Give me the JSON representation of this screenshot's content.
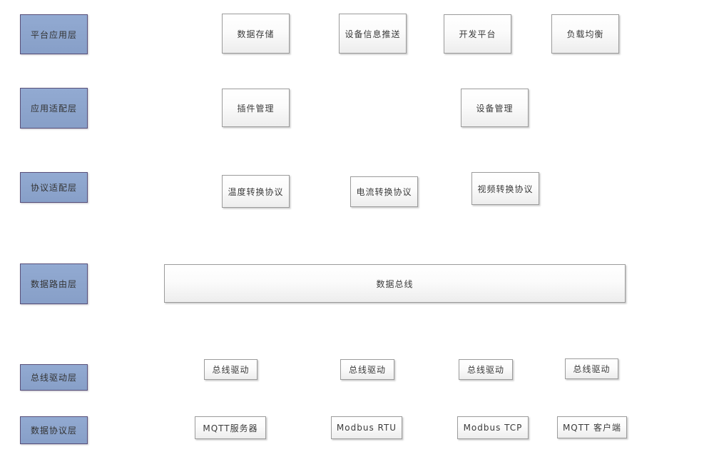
{
  "colors": {
    "layer_fill": "#8ca4cc",
    "layer_border": "#584f79",
    "node_fill_top": "#ffffff",
    "node_fill_bottom": "#ededed",
    "node_border": "#9b9b9b",
    "text": "#3b3b3b",
    "background": "#ffffff"
  },
  "layers": [
    {
      "name": "平台应用层",
      "components": [
        "数据存储",
        "设备信息推送",
        "开发平台",
        "负载均衡"
      ]
    },
    {
      "name": "应用适配层",
      "components": [
        "插件管理",
        "设备管理"
      ]
    },
    {
      "name": "协议适配层",
      "components": [
        "温度转换协议",
        "电流转换协议",
        "视频转换协议"
      ]
    },
    {
      "name": "数据路由层",
      "components": [
        "数据总线"
      ]
    },
    {
      "name": "总线驱动层",
      "components": [
        "总线驱动",
        "总线驱动",
        "总线驱动",
        "总线驱动"
      ]
    },
    {
      "name": "数据协议层",
      "components": [
        "MQTT服务器",
        "Modbus RTU",
        "Modbus TCP",
        "MQTT 客户端"
      ]
    }
  ]
}
